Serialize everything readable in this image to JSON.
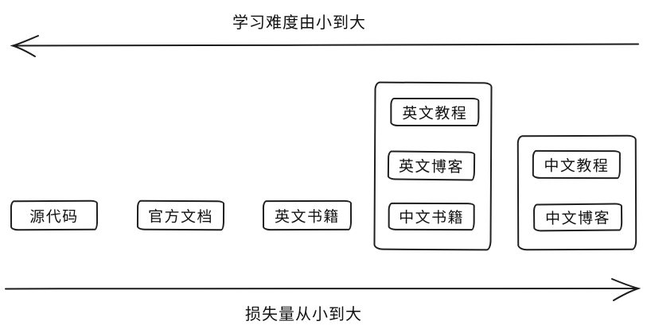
{
  "diagram": {
    "top_axis": {
      "label": "学习难度由小到大",
      "direction": "left"
    },
    "bottom_axis": {
      "label": "损失量从小到大",
      "direction": "right"
    },
    "standalone_boxes": [
      {
        "label": "源代码"
      },
      {
        "label": "官方文档"
      },
      {
        "label": "英文书籍"
      }
    ],
    "groups": [
      {
        "items": [
          {
            "label": "英文教程"
          },
          {
            "label": "英文博客"
          },
          {
            "label": "中文书籍"
          }
        ]
      },
      {
        "items": [
          {
            "label": "中文教程"
          },
          {
            "label": "中文博客"
          }
        ]
      }
    ],
    "colors": {
      "stroke": "#1c1c1c",
      "text": "#111111",
      "background": "#ffffff"
    }
  }
}
